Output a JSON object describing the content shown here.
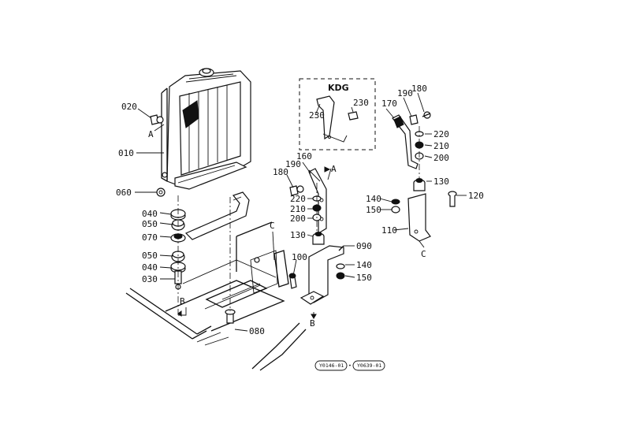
{
  "kit_label": "KDG",
  "refs": {
    "left": "Y0146-01",
    "right": "Y0639-01",
    "sep": "•"
  },
  "labels": {
    "p020": "020",
    "p010": "010",
    "p060": "060",
    "p040a": "040",
    "p050a": "050",
    "p070": "070",
    "p050b": "050",
    "p040b": "040",
    "p030": "030",
    "p080": "080",
    "p100": "100",
    "p090": "090",
    "p140a": "140",
    "p150a": "150",
    "p130a": "130",
    "p160": "160",
    "p190a": "190",
    "p180a": "180",
    "p220a": "220",
    "p210a": "210",
    "p200a": "200",
    "p230a": "230",
    "p230b": "230",
    "p170": "170",
    "p190b": "190",
    "p180b": "180",
    "p220b": "220",
    "p210b": "210",
    "p200b": "200",
    "p130b": "130",
    "p140b": "140",
    "p150b": "150",
    "p120": "120",
    "p110": "110",
    "markA1": "A",
    "markA2": "A",
    "markB1": "B",
    "markB2": "B",
    "markC1": "C",
    "markC2": "C"
  }
}
